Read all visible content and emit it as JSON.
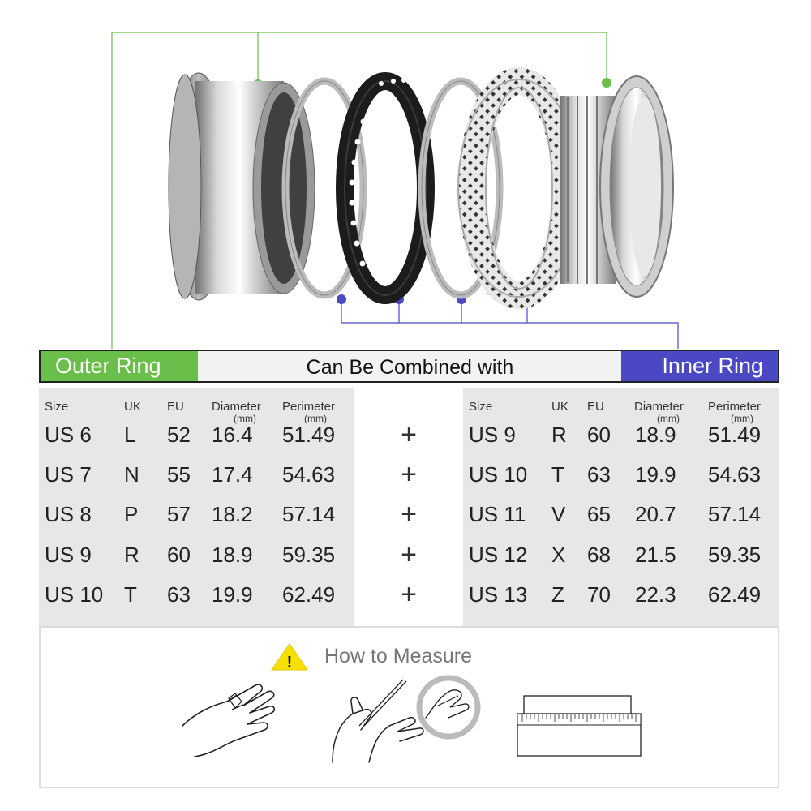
{
  "header": {
    "outer_label": "Outer Ring",
    "middle_label": "Can Be Combined with",
    "inner_label": "Inner Ring"
  },
  "colors": {
    "outer_accent": "#6abf4b",
    "inner_accent": "#4b48c4",
    "panel_bg": "#e7e7e7"
  },
  "outer_table": {
    "headers": {
      "size": "Size",
      "uk": "UK",
      "eu": "EU",
      "diameter": "Diameter",
      "diameter_unit": "(mm)",
      "perimeter": "Perimeter",
      "perimeter_unit": "(mm)"
    },
    "rows": [
      {
        "size": "US 6",
        "uk": "L",
        "eu": "52",
        "diameter": "16.4",
        "perimeter": "51.49"
      },
      {
        "size": "US 7",
        "uk": "N",
        "eu": "55",
        "diameter": "17.4",
        "perimeter": "54.63"
      },
      {
        "size": "US 8",
        "uk": "P",
        "eu": "57",
        "diameter": "18.2",
        "perimeter": "57.14"
      },
      {
        "size": "US 9",
        "uk": "R",
        "eu": "60",
        "diameter": "18.9",
        "perimeter": "59.35"
      },
      {
        "size": "US 10",
        "uk": "T",
        "eu": "63",
        "diameter": "19.9",
        "perimeter": "62.49"
      }
    ]
  },
  "inner_table": {
    "headers": {
      "size": "Size",
      "uk": "UK",
      "eu": "EU",
      "diameter": "Diameter",
      "diameter_unit": "(mm)",
      "perimeter": "Perimeter",
      "perimeter_unit": "(mm)"
    },
    "rows": [
      {
        "size": "US 9",
        "uk": "R",
        "eu": "60",
        "diameter": "18.9",
        "perimeter": "51.49"
      },
      {
        "size": "US 10",
        "uk": "T",
        "eu": "63",
        "diameter": "19.9",
        "perimeter": "54.63"
      },
      {
        "size": "US 11",
        "uk": "V",
        "eu": "65",
        "diameter": "20.7",
        "perimeter": "57.14"
      },
      {
        "size": "US 12",
        "uk": "X",
        "eu": "68",
        "diameter": "21.5",
        "perimeter": "59.35"
      },
      {
        "size": "US 13",
        "uk": "Z",
        "eu": "70",
        "diameter": "22.3",
        "perimeter": "62.49"
      }
    ]
  },
  "plus_symbols": [
    "+",
    "+",
    "+",
    "+",
    "+"
  ],
  "measure": {
    "title": "How to Measure",
    "warning_symbol": "!",
    "icons": [
      "hand-icon",
      "string-measure-icon",
      "ruler-icon"
    ]
  }
}
